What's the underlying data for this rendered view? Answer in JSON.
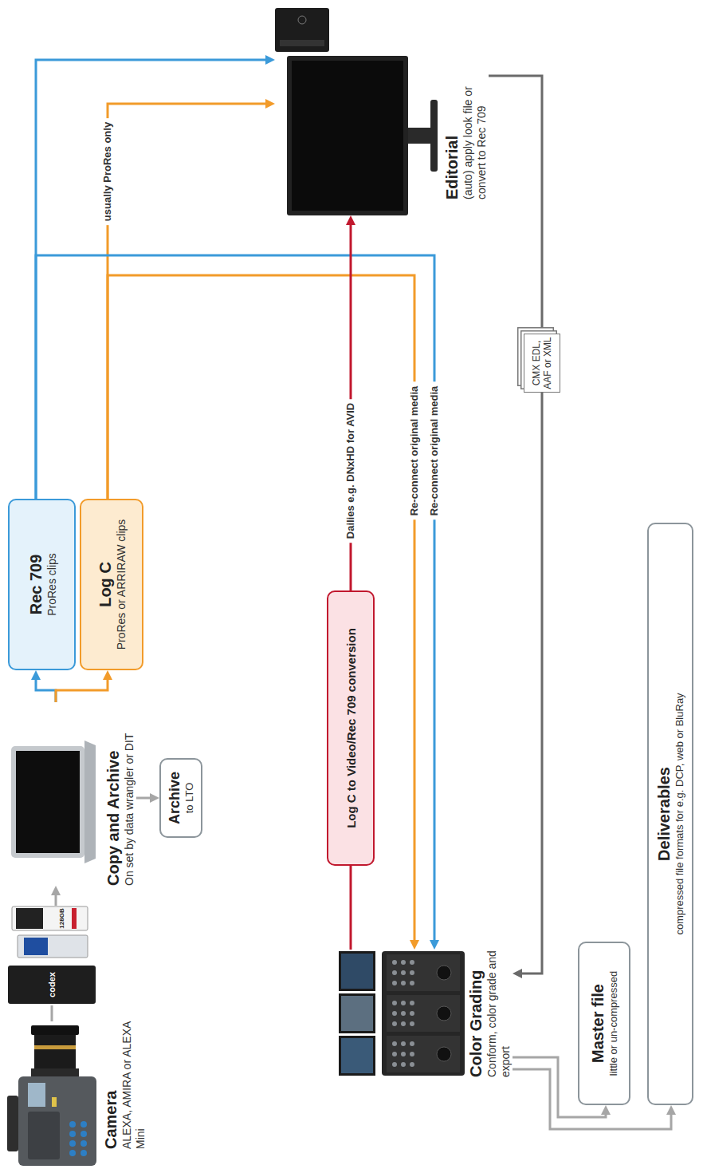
{
  "diagram": {
    "nodes": [
      {
        "text": [
          "Camera",
          "ALEXA, AMIRA or ALEXA Mini"
        ]
      },
      {
        "text": [
          "codex",
          "128GB"
        ]
      },
      {
        "text": [
          "Copy and Archive",
          "On set by data wrangler or DIT"
        ]
      },
      {
        "text": [
          "Archive",
          "to LTO"
        ]
      },
      {
        "text": [
          "Rec 709",
          "ProRes clips"
        ]
      },
      {
        "text": [
          "Log C",
          "ProRes or ARRIRAW clips"
        ]
      },
      {
        "text": [
          "Editorial",
          "(auto) apply look file or convert to Rec 709"
        ]
      },
      {
        "text": [
          "Color Grading",
          "Conform, color grade and export"
        ]
      },
      {
        "text": [
          "Log C to Video/Rec 709 conversion"
        ]
      },
      {
        "text": [
          "Master file",
          "little or un-compressed"
        ]
      },
      {
        "text": [
          "Deliverables",
          "compressed file formats for e.g. DCP, web or BluRay"
        ]
      }
    ],
    "edges": [
      {
        "from": 0,
        "to": 1,
        "arrow": "none"
      },
      {
        "from": 1,
        "to": 2,
        "arrow": "to"
      },
      {
        "from": 2,
        "to": 3,
        "arrow": "to"
      },
      {
        "from": 2,
        "to": 4,
        "arrow": "to"
      },
      {
        "from": 2,
        "to": 5,
        "arrow": "to"
      },
      {
        "from": 4,
        "to": 6,
        "arrow": "to"
      },
      {
        "from": 5,
        "to": 6,
        "label": "usually ProRes only",
        "arrow": "to"
      },
      {
        "from": 4,
        "to": 7,
        "label": "Re-connect original media",
        "arrow": "to"
      },
      {
        "from": 5,
        "to": 7,
        "label": "Re-connect original media",
        "arrow": "to"
      },
      {
        "from": 7,
        "to": 8,
        "arrow": "none"
      },
      {
        "from": 8,
        "to": 6,
        "label": "Dailies e.g. DNxHD for AVID",
        "arrow": "to"
      },
      {
        "from": 6,
        "to": 7,
        "label": "CMX EDL, AAF or XML",
        "arrow": "to"
      },
      {
        "from": 7,
        "to": 9,
        "arrow": "to"
      },
      {
        "from": 7,
        "to": 10,
        "arrow": "to"
      }
    ]
  }
}
